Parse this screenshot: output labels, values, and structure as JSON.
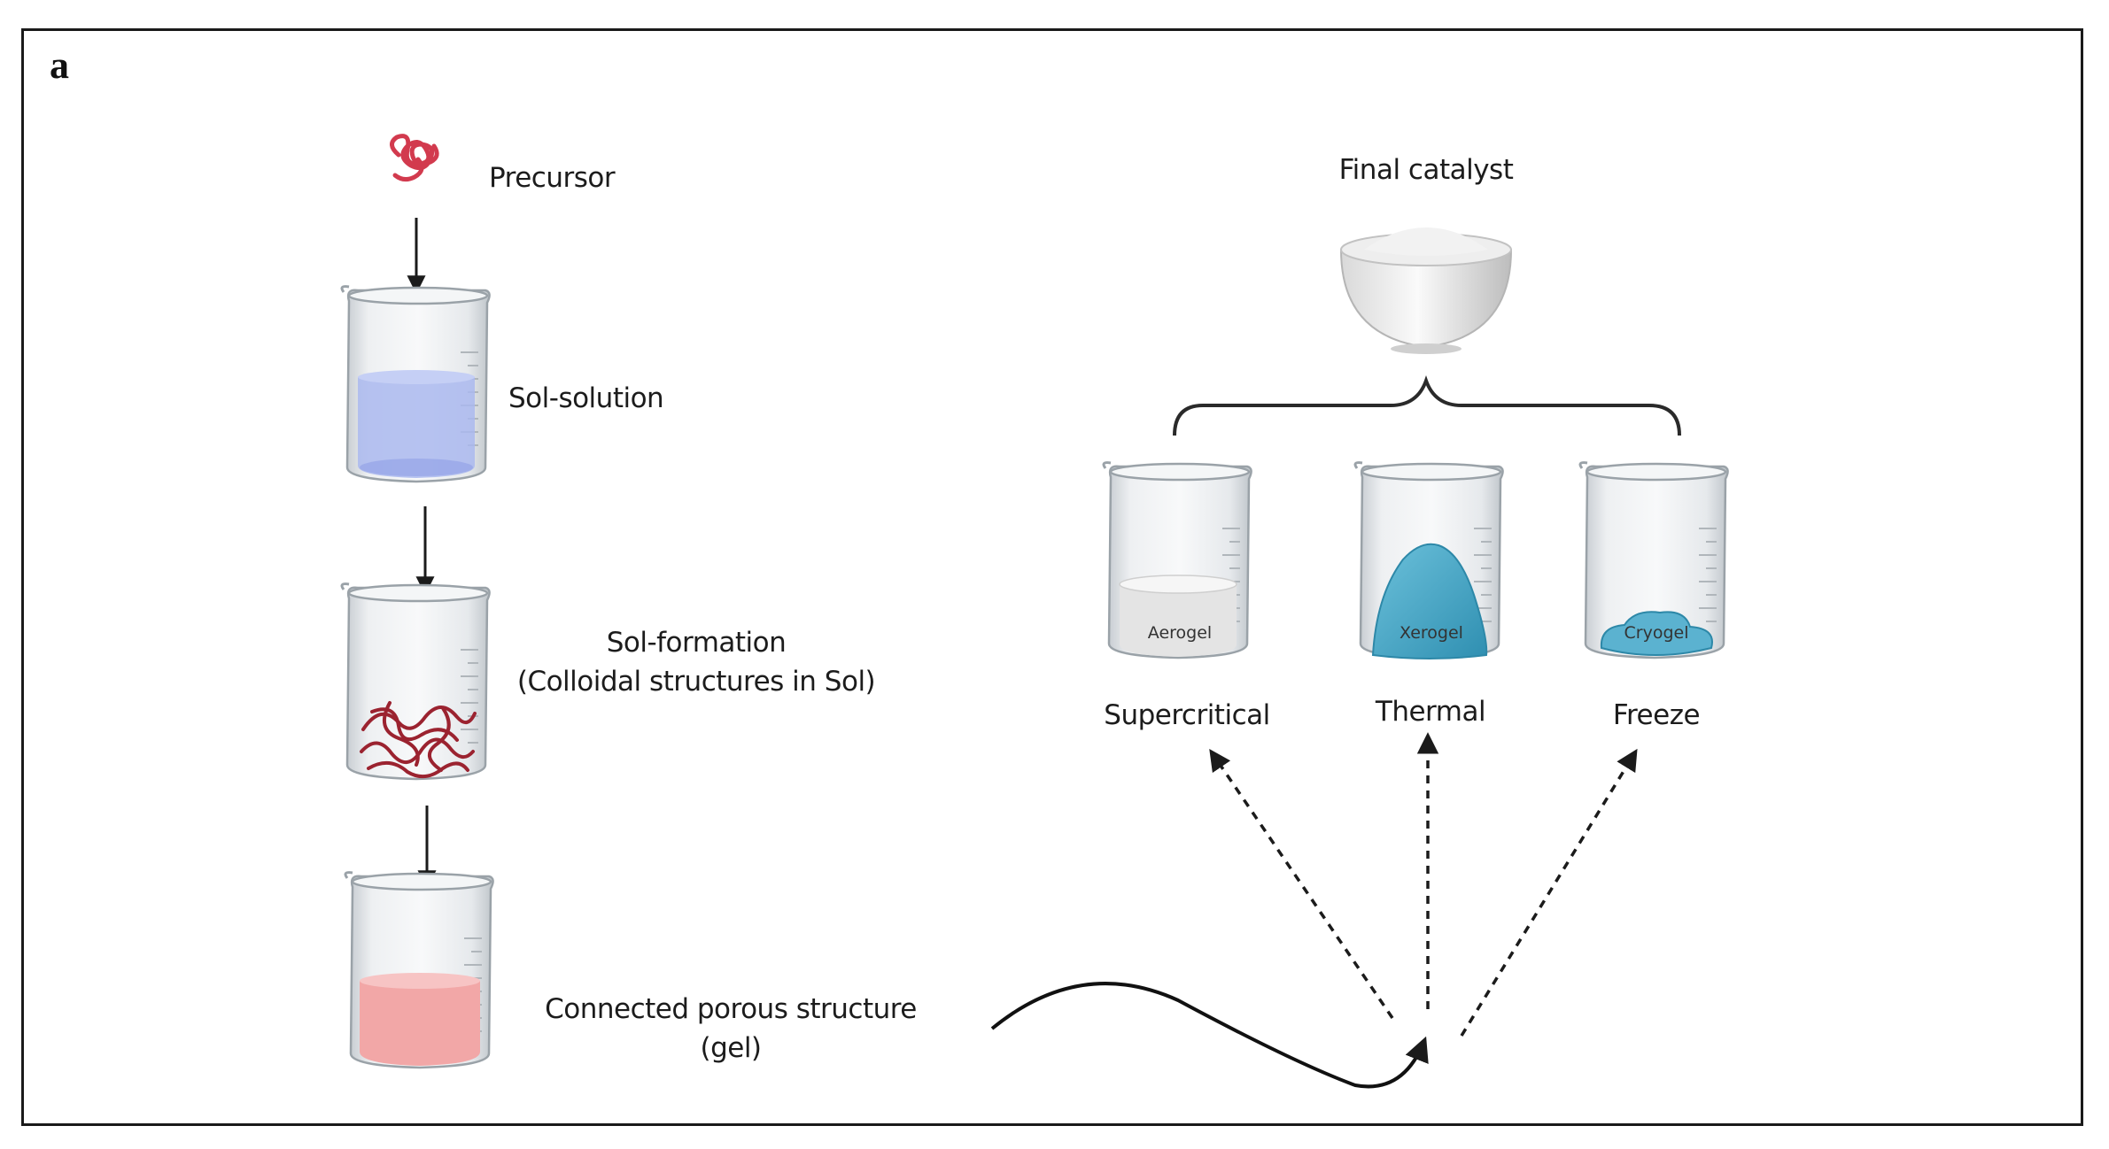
{
  "panel_label": "a",
  "steps": {
    "precursor": "Precursor",
    "sol_solution": "Sol-solution",
    "sol_formation_line1": "Sol-formation",
    "sol_formation_line2": "(Colloidal structures in Sol)",
    "gel_line1": "Connected porous structure",
    "gel_line2": "(gel)"
  },
  "final_catalyst": "Final catalyst",
  "drying": [
    {
      "gel_type": "Aerogel",
      "method": "Supercritical"
    },
    {
      "gel_type": "Xerogel",
      "method": "Thermal"
    },
    {
      "gel_type": "Cryogel",
      "method": "Freeze"
    }
  ],
  "colors": {
    "sol_solution": "#aab8ef",
    "colloid": "#9b2330",
    "gel": "#f2a7a7",
    "xerogel": "#4aa6c6",
    "cryogel": "#5bb2d0",
    "aerogel": "#e4e4e4",
    "precursor": "#d23a4e"
  }
}
